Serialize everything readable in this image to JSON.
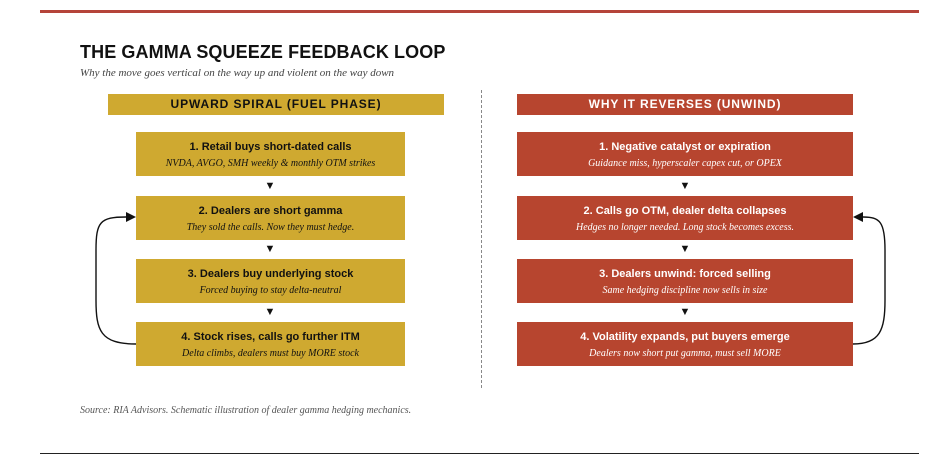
{
  "colors": {
    "top_rule": "#b5443a",
    "gold": "#cfa930",
    "red": "#b7452f",
    "gold_text": "#111111",
    "red_text": "#ffffff",
    "connector": "#111111"
  },
  "icons": {
    "down_arrow": "▼"
  },
  "title": "THE GAMMA SQUEEZE FEEDBACK LOOP",
  "subtitle": "Why the move goes vertical on the way up and violent on the way down",
  "left": {
    "header": "UPWARD SPIRAL (FUEL PHASE)",
    "steps": [
      {
        "title": "1. Retail buys short-dated calls",
        "sub": "NVDA, AVGO, SMH weekly & monthly OTM strikes"
      },
      {
        "title": "2. Dealers are short gamma",
        "sub": "They sold the calls. Now they must hedge."
      },
      {
        "title": "3. Dealers buy underlying stock",
        "sub": "Forced buying to stay delta-neutral"
      },
      {
        "title": "4. Stock rises, calls go further ITM",
        "sub": "Delta climbs, dealers must buy MORE stock"
      }
    ]
  },
  "right": {
    "header": "WHY IT REVERSES (UNWIND)",
    "steps": [
      {
        "title": "1. Negative catalyst or expiration",
        "sub": "Guidance miss, hyperscaler capex cut, or OPEX"
      },
      {
        "title": "2. Calls go OTM, dealer delta collapses",
        "sub": "Hedges no longer needed. Long stock becomes excess."
      },
      {
        "title": "3. Dealers unwind: forced selling",
        "sub": "Same hedging discipline now sells in size"
      },
      {
        "title": "4. Volatility expands, put buyers emerge",
        "sub": "Dealers now short put gamma, must sell MORE"
      }
    ]
  },
  "source": "Source: RIA Advisors. Schematic illustration of dealer gamma hedging mechanics."
}
